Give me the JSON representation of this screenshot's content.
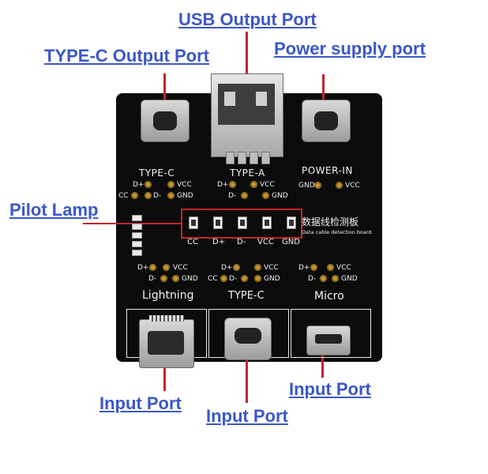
{
  "callouts": {
    "usb_output": "USB Output Port",
    "typec_output": "TYPE-C Output Port",
    "power_supply": "Power supply port",
    "pilot_lamp": "Pilot Lamp",
    "input_left": "Input Port",
    "input_center": "Input Port",
    "input_right": "Input Port"
  },
  "board": {
    "top_headers": {
      "typec": "TYPE-C",
      "typea": "TYPE-A",
      "power": "POWER-IN"
    },
    "typec_pins": {
      "dplus": "D+",
      "vcc": "VCC",
      "cc": "CC",
      "dminus": "D-",
      "gnd": "GND"
    },
    "typea_pins": {
      "dplus": "D+",
      "vcc": "VCC",
      "dminus": "D-",
      "gnd": "GND"
    },
    "power_pins": {
      "gnd": "GND",
      "vcc": "VCC"
    },
    "led_labels": [
      "CC",
      "D+",
      "D-",
      "VCC",
      "GND"
    ],
    "chinese_title": "数据线检测板",
    "english_subtitle": "Data cable detection board",
    "lightning_pins": {
      "dplus": "D+",
      "vcc": "VCC",
      "dminus": "D-",
      "gnd": "GND"
    },
    "typec_in_pins": {
      "dplus": "D+",
      "vcc": "VCC",
      "cc": "CC",
      "dminus": "D-",
      "gnd": "GND"
    },
    "micro_pins": {
      "dplus": "D+",
      "vcc": "VCC",
      "dminus": "D-",
      "gnd": "GND"
    },
    "bottom_headers": {
      "lightning": "Lightning",
      "typec": "TYPE-C",
      "micro": "Micro"
    }
  },
  "colors": {
    "callout_text": "#3b57c9",
    "leader": "#c0262c",
    "board": "#0b0b0b",
    "pad": "#c89a35"
  }
}
